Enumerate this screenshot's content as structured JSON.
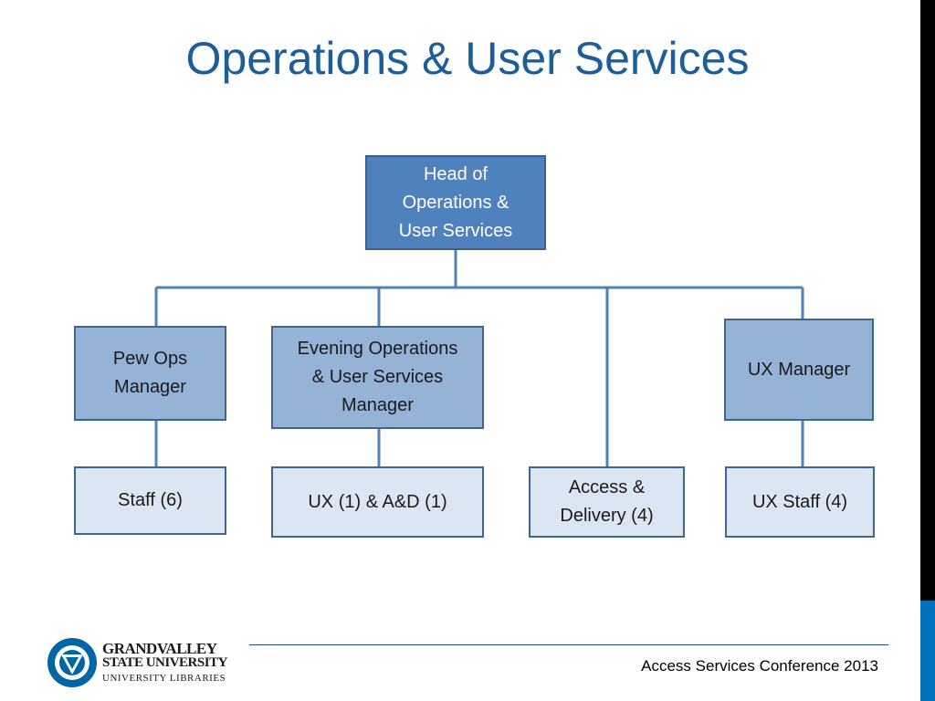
{
  "slide": {
    "title": "Operations & User Services",
    "footer": "Access Services Conference 2013",
    "logo": {
      "line1": "GRANDVALLEY",
      "line2": "STATE UNIVERSITY",
      "line3": "UNIVERSITY LIBRARIES"
    }
  },
  "org_chart": {
    "head": "Head of\nOperations &\nUser Services",
    "managers": [
      "Pew Ops\nManager",
      "Evening Operations\n& User Services\nManager",
      "UX Manager"
    ],
    "teams": [
      "Staff (6)",
      "UX (1) & A&D (1)",
      "Access &\nDelivery (4)",
      "UX Staff (4)"
    ]
  },
  "colors": {
    "title": "#1b5e9a",
    "head_fill": "#4f81bd",
    "manager_fill": "#95b3d7",
    "team_fill": "#dce6f2",
    "connector": "#4f81bd"
  }
}
